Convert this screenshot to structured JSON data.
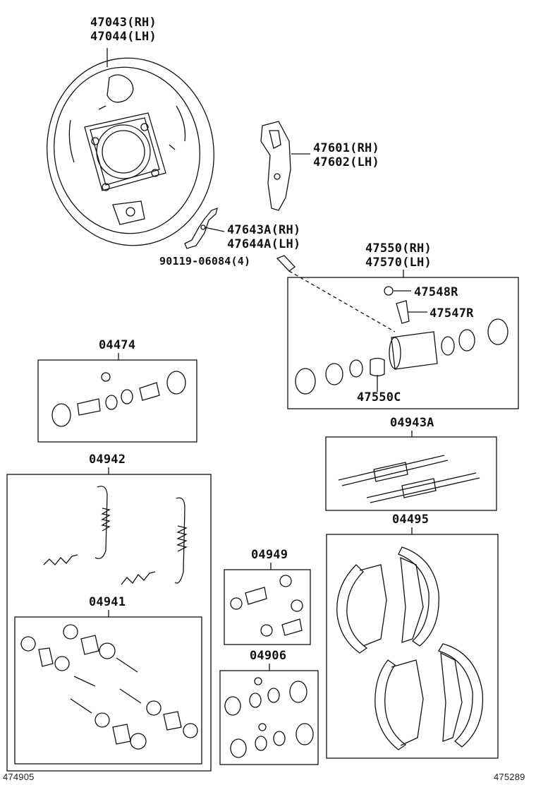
{
  "labels": {
    "backing_plate_rh": "47043(RH)",
    "backing_plate_lh": "47044(LH)",
    "lever_rh": "47601(RH)",
    "lever_lh": "47602(LH)",
    "strut_rh": "47643A(RH)",
    "strut_lh": "47644A(LH)",
    "bolt": "90119-06084(4)",
    "wheel_cyl_rh": "47550(RH)",
    "wheel_cyl_lh": "47570(LH)",
    "cap": "47548R",
    "bleeder": "47547R",
    "cyl_kit": "47550C",
    "kit_04474": "04474",
    "kit_04943a": "04943A",
    "kit_04942": "04942",
    "kit_04495": "04495",
    "kit_04949": "04949",
    "kit_04941": "04941",
    "kit_04906": "04906"
  },
  "footer": {
    "left_code": "474905",
    "right_code": "475289"
  }
}
